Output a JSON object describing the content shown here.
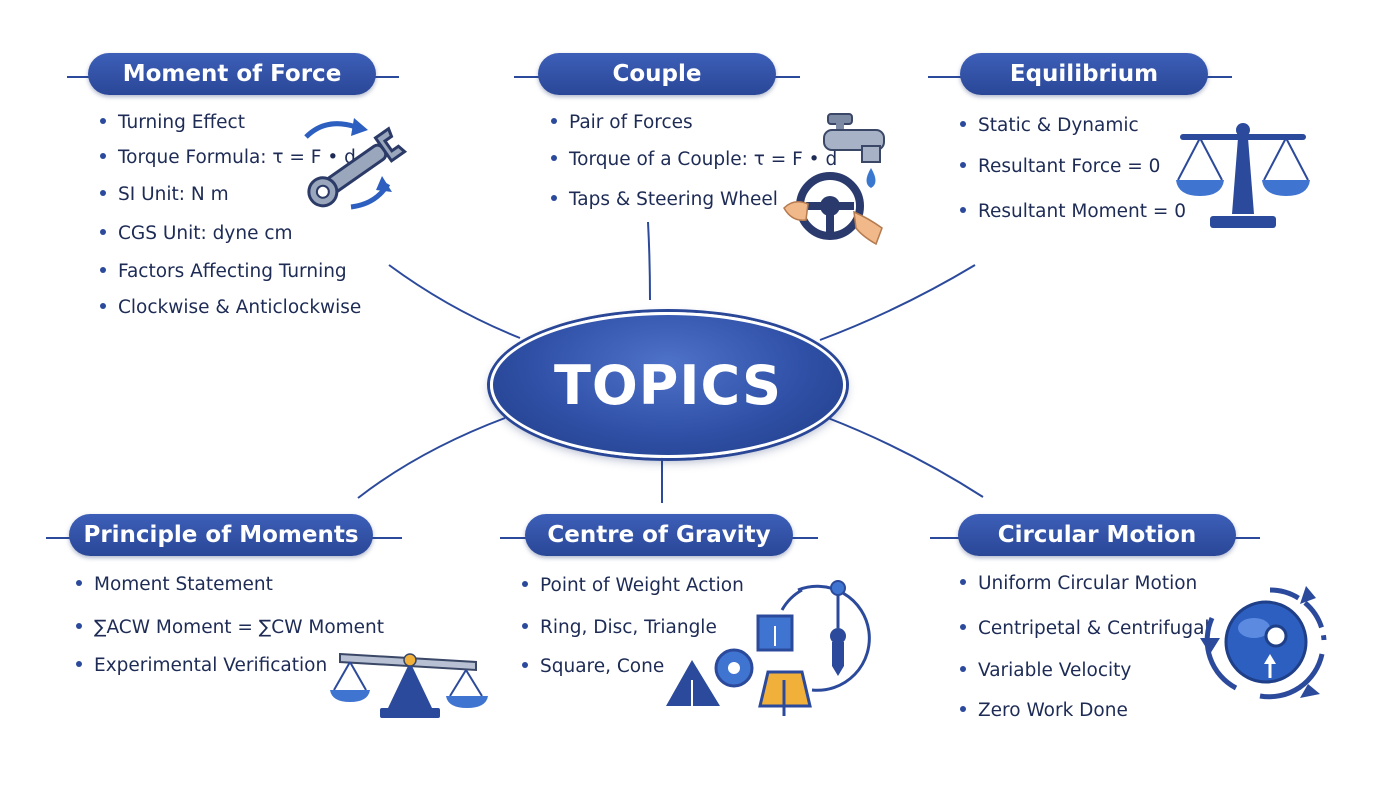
{
  "center": {
    "title": "TOPICS"
  },
  "topics": {
    "moment": {
      "title": "Moment of Force",
      "items": [
        "Turning Effect",
        "Torque Formula: τ = F • d",
        "SI Unit: N m",
        "CGS Unit: dyne cm",
        "Factors Affecting Turning",
        "Clockwise & Anticlockwise"
      ],
      "icon": "wrench-icon"
    },
    "couple": {
      "title": "Couple",
      "items": [
        "Pair of Forces",
        "Torque of a Couple: τ = F • d",
        "Taps & Steering Wheel"
      ],
      "icon": "tap-steering-icon"
    },
    "equilibrium": {
      "title": "Equilibrium",
      "items": [
        "Static & Dynamic",
        "Resultant Force = 0",
        "Resultant Moment = 0"
      ],
      "icon": "balance-scale-icon"
    },
    "principle": {
      "title": "Principle of Moments",
      "items": [
        "Moment Statement",
        "∑ACW Moment = ∑CW Moment",
        "Experimental Verification"
      ],
      "icon": "seesaw-balance-icon"
    },
    "gravity": {
      "title": "Centre of Gravity",
      "items": [
        "Point of Weight Action",
        "Ring, Disc, Triangle",
        "Square, Cone"
      ],
      "icon": "shapes-icon"
    },
    "circular": {
      "title": "Circular Motion",
      "items": [
        "Uniform Circular Motion",
        "Centripetal & Centrifugal",
        "Variable Velocity",
        "Zero Work Done"
      ],
      "icon": "circular-motion-icon"
    }
  },
  "colors": {
    "primary": "#2c4a9c",
    "text": "#1d2b55",
    "accent": "#f0b03a"
  }
}
